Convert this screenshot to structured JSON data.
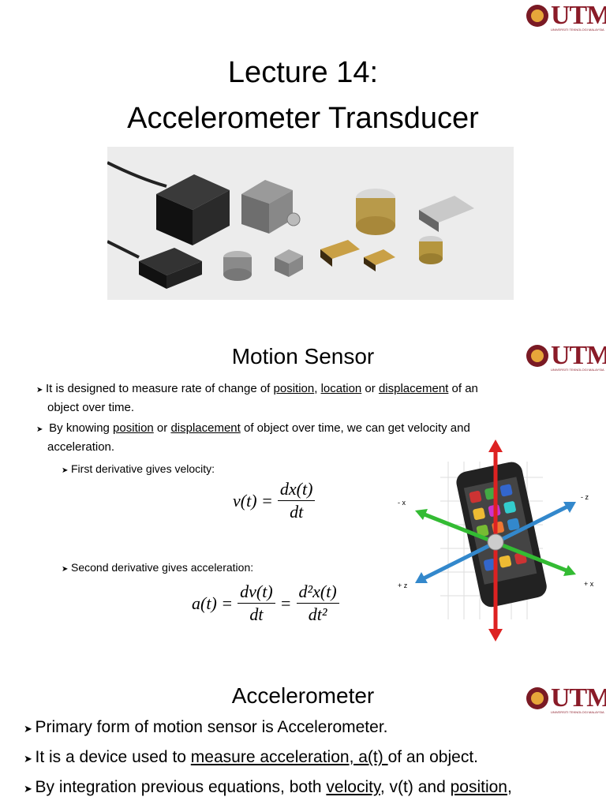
{
  "logo": {
    "text": "UTM",
    "subtitle": "UNIVERSITI TEKNOLOGI MALAYSIA"
  },
  "slide1": {
    "title_line1": "Lecture 14:",
    "title_line2": "Accelerometer Transducer"
  },
  "slide2": {
    "title": "Motion Sensor",
    "bullet1": {
      "a": "It is designed to measure rate of change of ",
      "position": "position",
      "b": ", ",
      "location": "location",
      "c": " or ",
      "displacement": "displacement",
      "d": " of an",
      "line2": "object over time."
    },
    "bullet2": {
      "a": " By knowing ",
      "position": "position",
      "b": " or ",
      "displacement": "displacement",
      "c": " of object over time, we can get velocity and",
      "line2": "acceleration."
    },
    "sub1": "First derivative gives velocity:",
    "sub2": "Second derivative gives acceleration:",
    "eq1": {
      "lhs": "v(t) =",
      "num": "dx(t)",
      "den": "dt"
    },
    "eq2": {
      "lhs": "a(t) =",
      "num1": "dv(t)",
      "den1": "dt",
      "eq": "=",
      "num2": "d²x(t)",
      "den2": "dt²"
    },
    "axes": {
      "neg_x": "- x",
      "neg_z": "- z",
      "pos_z": "+ z",
      "pos_x": "+ x"
    }
  },
  "slide3": {
    "title": "Accelerometer",
    "b1": "Primary form of motion sensor is Accelerometer.",
    "b2": {
      "a": "It is a device used to ",
      "u": "measure acceleration, a(t) ",
      "b": "of an object."
    },
    "b3": {
      "a": "By integration previous equations, both ",
      "u1": "velocity",
      "b": ", v(t) and ",
      "u2": "position",
      "c": ","
    }
  },
  "colors": {
    "utm": "#8a1b28",
    "gold": "#e7a63a"
  }
}
